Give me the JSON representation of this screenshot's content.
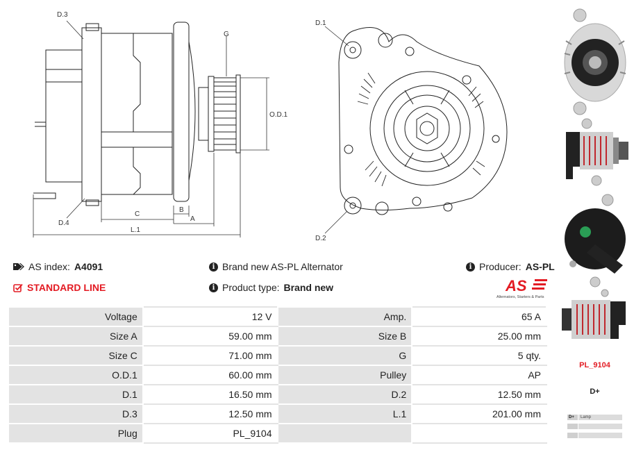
{
  "drawing": {
    "side_labels": {
      "d3": "D.3",
      "d4": "D.4",
      "g": "G",
      "od1": "O.D.1",
      "c": "C",
      "b": "B",
      "a": "A",
      "l1": "L.1"
    },
    "front_labels": {
      "d1": "D.1",
      "d2": "D.2"
    }
  },
  "info": {
    "as_index_label": "AS index:",
    "as_index_value": "A4091",
    "condition_text": "Brand new AS-PL Alternator",
    "producer_label": "Producer:",
    "producer_value": "AS-PL",
    "line_label": "STANDARD LINE",
    "product_type_label": "Product type:",
    "product_type_value": "Brand new",
    "logo_text": "AS",
    "logo_subtext": "Alternators, Starters & Parts"
  },
  "specs": [
    {
      "k1": "Voltage",
      "v1": "12 V",
      "k2": "Amp.",
      "v2": "65 A"
    },
    {
      "k1": "Size A",
      "v1": "59.00 mm",
      "k2": "Size B",
      "v2": "25.00 mm"
    },
    {
      "k1": "Size C",
      "v1": "71.00 mm",
      "k2": "G",
      "v2": "5 qty."
    },
    {
      "k1": "O.D.1",
      "v1": "60.00 mm",
      "k2": "Pulley",
      "v2": "AP"
    },
    {
      "k1": "D.1",
      "v1": "16.50 mm",
      "k2": "D.2",
      "v2": "12.50 mm"
    },
    {
      "k1": "D.3",
      "v1": "12.50 mm",
      "k2": "L.1",
      "v2": "201.00 mm"
    },
    {
      "k1": "Plug",
      "v1": "PL_9104",
      "k2": "",
      "v2": ""
    }
  ],
  "plug": {
    "code": "PL_9104",
    "pin": "D+",
    "legend": [
      {
        "pin": "D+",
        "desc": "Lamp"
      },
      {
        "pin": "",
        "desc": ""
      },
      {
        "pin": "",
        "desc": ""
      }
    ]
  },
  "colors": {
    "accent": "#e31b23",
    "row_bg": "#e3e3e3"
  }
}
